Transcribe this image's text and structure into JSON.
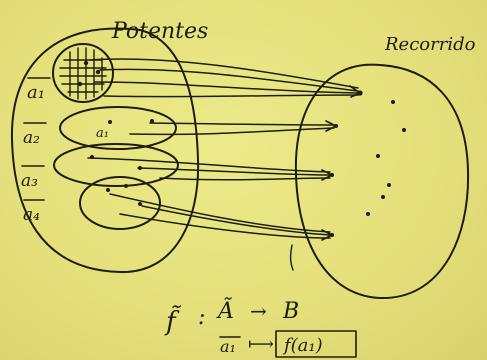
{
  "diagram": {
    "domain_title": "Potentes",
    "codomain_title": "Recorrido",
    "class_labels": [
      "a₁",
      "a₂",
      "a₃",
      "a₄"
    ],
    "inner_label": "a₁",
    "formula": {
      "line1": {
        "function": "f̃",
        "colon": ":",
        "domain": "Ã",
        "arrow": "→",
        "codomain": "B"
      },
      "line2": {
        "element": "a₁",
        "mapsto": "⟼",
        "image": "f(a₁)"
      }
    }
  }
}
